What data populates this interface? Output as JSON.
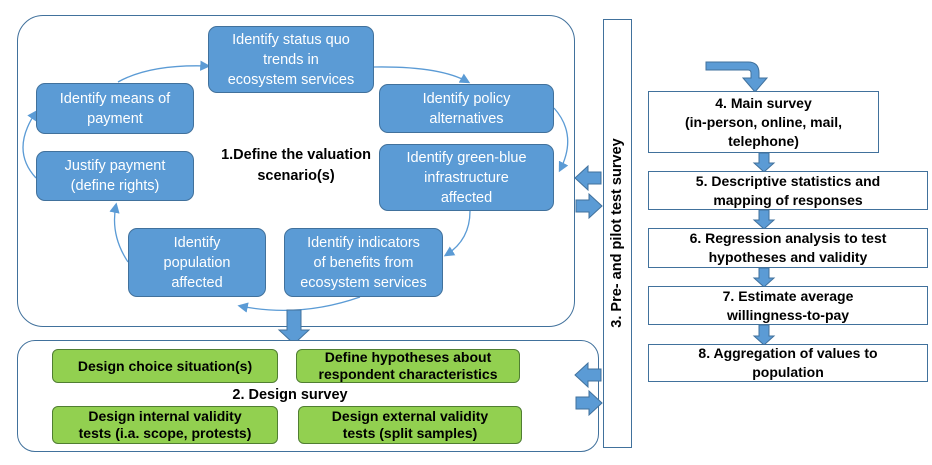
{
  "valuation": {
    "title": "1.Define the valuation\nscenario(s)",
    "boxes": {
      "status_quo": "Identify status quo\ntrends in\necosystem services",
      "policy": "Identify policy\nalternatives",
      "infrastructure": "Identify green-blue\ninfrastructure\naffected",
      "indicators": "Identify indicators\nof benefits from\necosystem services",
      "population": "Identify\npopulation\naffected",
      "justify": "Justify payment\n(define rights)",
      "means": "Identify means of\npayment"
    }
  },
  "design_survey": {
    "title": "2. Design survey",
    "boxes": {
      "choice": "Design choice situation(s)",
      "hypotheses": "Define hypotheses about\nrespondent characteristics",
      "internal": "Design internal validity\ntests (i.a. scope, protests)",
      "external": "Design external validity\ntests (split samples)"
    }
  },
  "pretest": {
    "label": "3. Pre- and pilot test survey"
  },
  "steps": [
    "4. Main survey\n(in-person, online, mail,\ntelephone)",
    "5. Descriptive statistics and\nmapping of responses",
    "6. Regression analysis to test\nhypotheses and validity",
    "7. Estimate average\nwillingness-to-pay",
    "8. Aggregation of values to\npopulation"
  ],
  "colors": {
    "box_blue": "#5b9bd5",
    "box_green": "#92d050",
    "outline": "#41719c"
  }
}
